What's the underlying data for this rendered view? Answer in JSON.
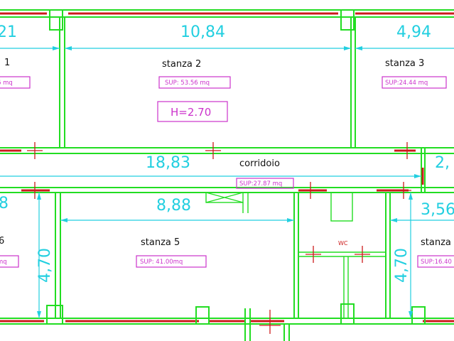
{
  "rooms": {
    "room1": {
      "name": "1",
      "sup": "6 mq"
    },
    "room2": {
      "name": "stanza 2",
      "sup": "SUP: 53.56 mq",
      "height": "H=2.70"
    },
    "room3": {
      "name": "stanza 3",
      "sup": "SUP:24.44 mq"
    },
    "corridor": {
      "name": "corridoio",
      "sup": "SUP:27.87 mq"
    },
    "room5": {
      "name": "stanza 5",
      "sup": "SUP: 41.00mq"
    },
    "room6": {
      "name": "6",
      "sup": "mq"
    },
    "room7": {
      "name": "stanza",
      "sup": "SUP:16.40"
    },
    "wc": {
      "name": "WC"
    }
  },
  "dimensions": {
    "top_left": "21",
    "room2_width": "10,84",
    "room3_width": "4,94",
    "corridor_length": "18,83",
    "corridor_right": "2,",
    "bottom_left": "8",
    "room5_width": "8,88",
    "room7_width": "3,56",
    "room6_depth": "4,70",
    "room7_depth": "4,70"
  },
  "colors": {
    "walls": "#22dd22",
    "windows": "#cc1b1b",
    "dimensions": "#22cfe0",
    "annotations": "#cc33cc"
  }
}
